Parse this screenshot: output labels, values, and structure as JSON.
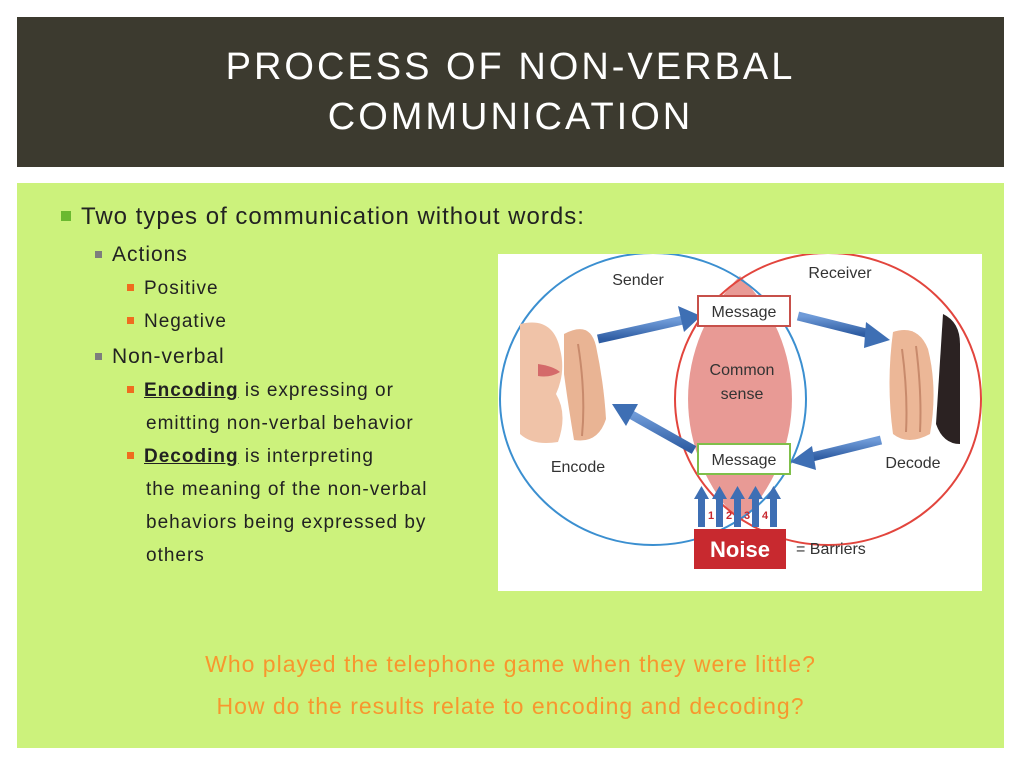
{
  "title": {
    "line1": "PROCESS OF NON-VERBAL",
    "line2": "COMMUNICATION"
  },
  "bullets": {
    "main": "Two types of communication without words:",
    "actions": {
      "label": "Actions",
      "items": [
        "Positive",
        "Negative"
      ]
    },
    "nonverbal": {
      "label": "Non-verbal",
      "encoding": {
        "term": "Encoding",
        "rest": " is expressing or",
        "cont": "emitting non-verbal behavior"
      },
      "decoding": {
        "term": "Decoding",
        "rest": " is interpreting",
        "cont": [
          "the meaning of the non-verbal",
          "behaviors being expressed by",
          "others"
        ]
      }
    }
  },
  "questions": [
    "Who played the telephone game when they were little?",
    "How do the results relate to encoding and decoding?"
  ],
  "diagram": {
    "sender": "Sender",
    "receiver": "Receiver",
    "message_top": "Message",
    "message_bottom": "Message",
    "common_line1": "Common",
    "common_line2": "sense",
    "encode": "Encode",
    "decode": "Decode",
    "noise": "Noise",
    "barriers": "= Barriers",
    "noise_numbers": [
      "1",
      "2",
      "3",
      "4"
    ]
  },
  "colors": {
    "title_bg": "#3c3a2f",
    "content_bg": "#ccf27c",
    "question": "#f7972e",
    "sender_circle": "#3b8fd0",
    "receiver_circle": "#e2453d",
    "arrow": "#3e6fb4",
    "noise": "#c8292f"
  }
}
